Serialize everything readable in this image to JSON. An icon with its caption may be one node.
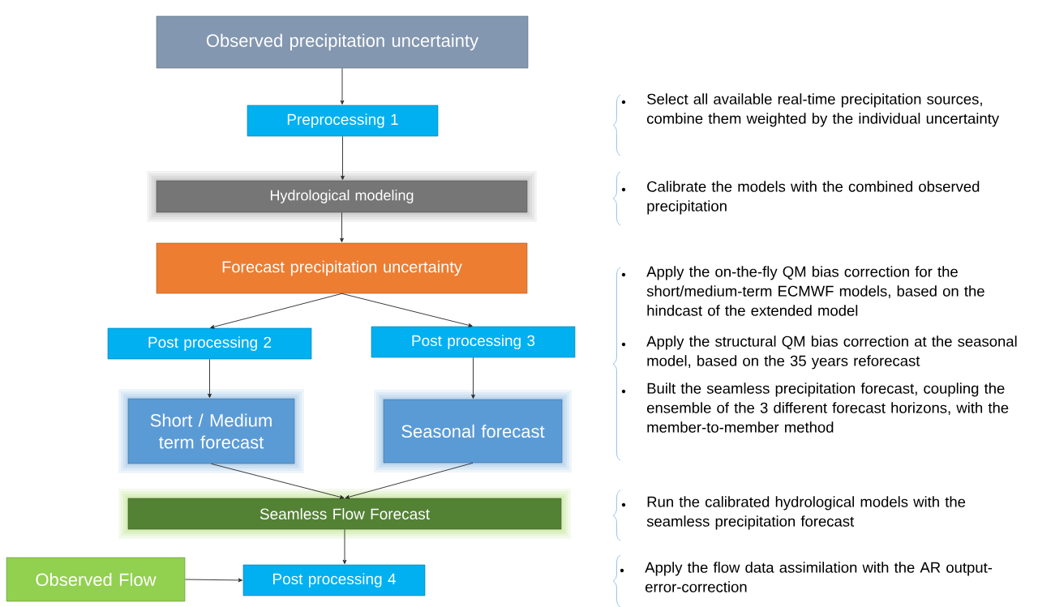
{
  "diagram": {
    "nodes": [
      {
        "text": [
          "Observed precipitation uncertainty"
        ]
      },
      {
        "text": [
          "Preprocessing 1"
        ]
      },
      {
        "text": [
          "Hydrological modeling"
        ]
      },
      {
        "text": [
          "Forecast precipitation uncertainty"
        ]
      },
      {
        "text": [
          "Post processing 2"
        ]
      },
      {
        "text": [
          "Post processing 3"
        ]
      },
      {
        "text": [
          "Short / Medium term forecast"
        ]
      },
      {
        "text": [
          "Seasonal forecast"
        ]
      },
      {
        "text": [
          "Seamless Flow Forecast"
        ]
      },
      {
        "text": [
          "Observed Flow"
        ]
      },
      {
        "text": [
          "Post processing 4"
        ]
      }
    ],
    "edges": [
      {
        "from": 0,
        "to": 1,
        "arrow": "to"
      },
      {
        "from": 1,
        "to": 2,
        "arrow": "to"
      },
      {
        "from": 2,
        "to": 3,
        "arrow": "to"
      },
      {
        "from": 3,
        "to": 4,
        "arrow": "to"
      },
      {
        "from": 3,
        "to": 5,
        "arrow": "to"
      },
      {
        "from": 4,
        "to": 6,
        "arrow": "to"
      },
      {
        "from": 5,
        "to": 7,
        "arrow": "to"
      },
      {
        "from": 6,
        "to": 8,
        "arrow": "to"
      },
      {
        "from": 7,
        "to": 8,
        "arrow": "to"
      },
      {
        "from": 8,
        "to": 10,
        "arrow": "to"
      },
      {
        "from": 9,
        "to": 10,
        "arrow": "to"
      }
    ],
    "labels": [
      "Select all available real-time precipitation sources, combine them weighted by the individual uncertainty",
      "Calibrate the models with the combined observed precipitation",
      "Apply the on-the-fly QM bias correction for the short/medium-term ECMWF models, based on the hindcast of the extended model",
      "Apply the structural QM bias correction at the seasonal model, based on the 35 years reforecast",
      "Built the seamless precipitation forecast, coupling the ensemble of the 3 different forecast horizons, with the member-to-member method",
      "Run the calibrated hydrological models with the seamless precipitation forecast",
      "Apply the flow data assimilation with the AR output-error-correction"
    ]
  }
}
